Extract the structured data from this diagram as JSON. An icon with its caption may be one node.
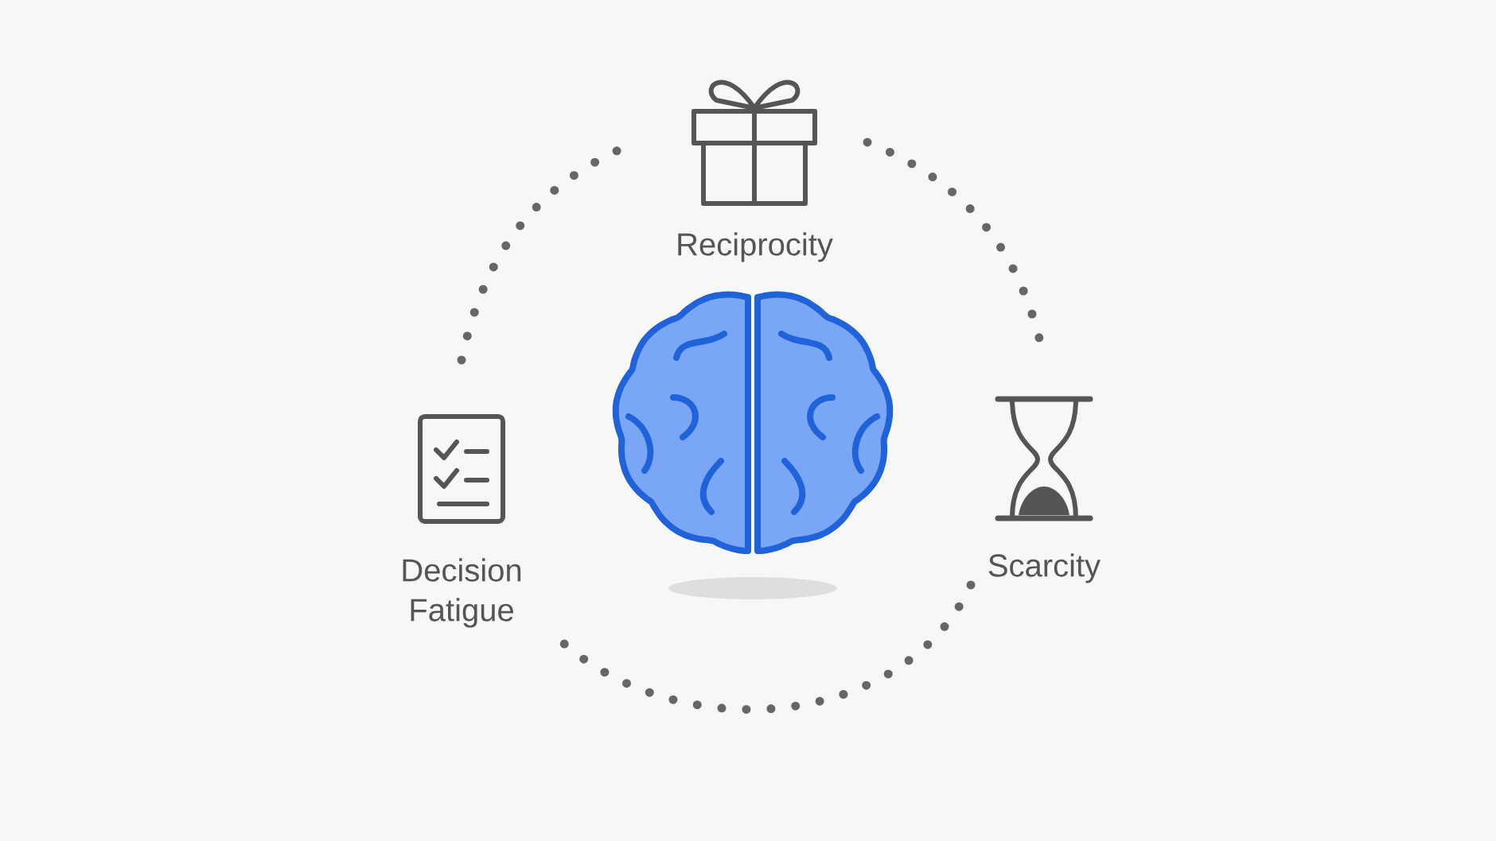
{
  "diagram": {
    "nodes": [
      {
        "text": [
          "Reciprocity"
        ]
      },
      {
        "text": [
          "Decision Fatigue"
        ]
      },
      {
        "text": [
          "Scarcity"
        ]
      }
    ],
    "edges": [
      {
        "from": 0,
        "to": 2,
        "arrow": "none"
      },
      {
        "from": 2,
        "to": 1,
        "arrow": "none"
      },
      {
        "from": 1,
        "to": 0,
        "arrow": "none"
      }
    ]
  }
}
